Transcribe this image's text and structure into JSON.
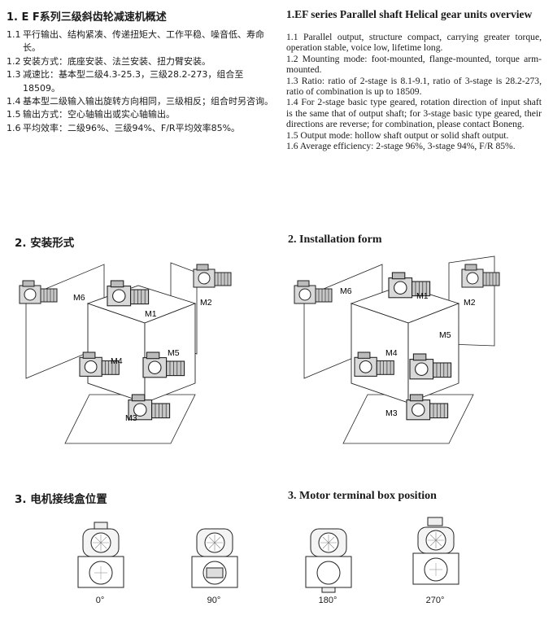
{
  "section1": {
    "zh_title": "1. E F系列三级斜齿轮减速机概述",
    "en_title": "1.EF  series Parallel shaft Helical gear units overview",
    "zh_items": [
      {
        "num": "1.1",
        "text": "平行输出、结构紧凑、传递扭矩大、工作平稳、噪音低、寿命长。"
      },
      {
        "num": "1.2",
        "text": "安装方式：底座安装、法兰安装、扭力臂安装。"
      },
      {
        "num": "1.3",
        "text": "减速比：基本型二级4.3-25.3，三级28.2-273，组合至18509。"
      },
      {
        "num": "1.4",
        "text": "基本型二级输入输出旋转方向相同，三级相反；组合时另咨询。"
      },
      {
        "num": "1.5",
        "text": "输出方式：空心轴输出或实心轴输出。"
      },
      {
        "num": "1.6",
        "text": "平均效率：二级96%、三级94%、F/R平均效率85%。"
      }
    ],
    "en_items": [
      "1.1  Parallel output, structure compact, carrying greater torque, operation stable, voice low, lifetime long.",
      "1.2  Mounting mode: foot-mounted, flange-mounted, torque arm-mounted.",
      "1.3  Ratio: ratio of 2-stage is 8.1-9.1, ratio of 3-stage is 28.2-273, ratio of combination is up to 18509.",
      "1.4  For 2-stage basic type geared, rotation direction of input shaft is the same that of output shaft; for 3-stage basic type geared, their directions are reverse; for combination, please contact Boneng.",
      "1.5  Output mode: hollow shaft output or solid shaft output.",
      "1.6 Average efficiency: 2-stage 96%, 3-stage 94%, F/R 85%."
    ]
  },
  "section2": {
    "zh_title": "2. 安装形式",
    "en_title": "2. Installation form",
    "labels": [
      "M1",
      "M2",
      "M3",
      "M4",
      "M5",
      "M6"
    ]
  },
  "section3": {
    "zh_title": "3. 电机接线盒位置",
    "en_title": "3. Motor terminal box position",
    "angles": [
      "0°",
      "90°",
      "180°",
      "270°"
    ]
  }
}
